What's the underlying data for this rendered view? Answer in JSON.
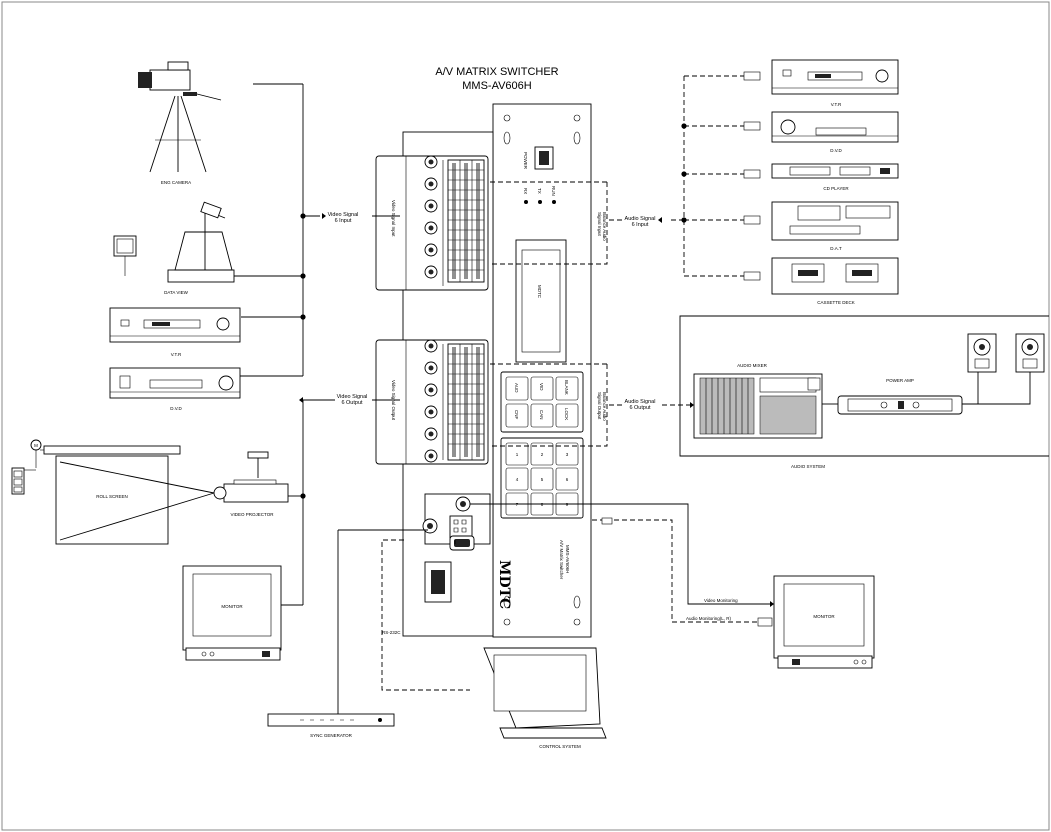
{
  "switcher": {
    "title": "A/V MATRIX SWITCHER",
    "model": "MMS-AV606H",
    "brand": "MDTC",
    "side_text": "A/V Matrix Switcher",
    "side_model": "MMS-AV606H",
    "power_label": "POWER",
    "mode_labels": [
      "RX",
      "TX",
      "RUN"
    ],
    "buttons_top": [
      "AUD",
      "VID",
      "BLANK",
      "CNF",
      "CAN",
      "LOCK"
    ],
    "buttons_num": [
      "1",
      "2",
      "3",
      "4",
      "5",
      "6",
      "7",
      "8",
      "9"
    ]
  },
  "signals": {
    "video_in": "Video Signal\n6 Input",
    "video_out": "Video Signal\n6 Output",
    "audio_in": "Audio Signal\n6 Input",
    "audio_out": "Audio Signal\n6 Output",
    "bal_in": "Balance Audio\nSignal Input",
    "bal_out": "Balance Audio\nSignal Output",
    "vid_in_v": "Video\nSignal Input",
    "vid_out_v": "Video\nSignal Output",
    "video_monitoring": "Video Monitoring",
    "audio_monitoring": "Audio Monitoring(L, R)",
    "rs232c": "RS-232C"
  },
  "devices": {
    "eng_camera": "ENG CAMERA",
    "data_view": "DATA VIEW",
    "vtr_left": "V.T.R",
    "dvd_left": "D.V.D",
    "roll_screen": "ROLL SCREEN",
    "video_projector": "VIDEO PROJECTOR",
    "monitor_left": "MONITOR",
    "sync_generator": "SYNC GENERATOR",
    "control_system": "CONTROL SYSTEM",
    "vtr_right": "V.T.R",
    "dvd_right": "D.V.D",
    "cd_player": "CD PLAYER",
    "dat": "D.A.T",
    "cassette_deck": "CASSETTE DECK",
    "audio_mixer": "AUDIO MIXER",
    "power_amp": "POWER AMP",
    "audio_system": "AUDIO SYSTEM",
    "monitor_right": "MONITOR",
    "motor": "M"
  },
  "colors": {
    "line": "#000000",
    "background": "#ffffff"
  }
}
